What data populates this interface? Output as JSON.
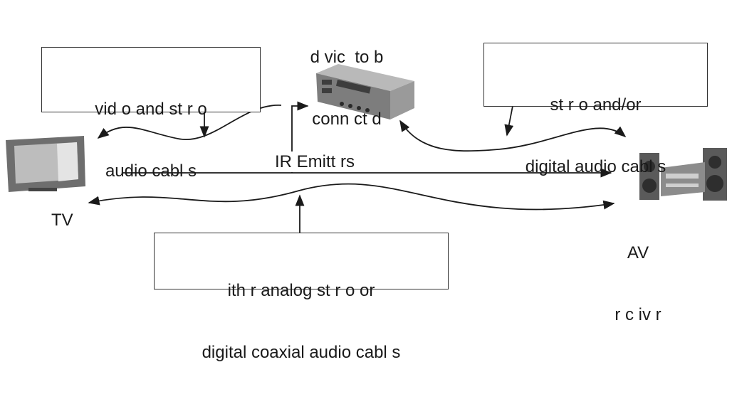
{
  "colors": {
    "line": "#1a1a1a",
    "box_border": "#333333",
    "tv_body": "#6e6e6e",
    "tv_screen": "#bdbdbd",
    "device_body": "#9a9a9a",
    "device_front": "#7d7d7d",
    "stereo_body": "#8c8c8c",
    "speaker": "#5a5a5a"
  },
  "icons": {
    "tv": "tv-icon",
    "device": "set-top-box-icon",
    "receiver": "av-receiver-icon"
  },
  "labels": {
    "device_line1": "d vic  to b",
    "device_line2": "conn ct d",
    "ir_emitters": "IR Emitt rs",
    "tv": "TV",
    "av_line1": "AV",
    "av_line2": "r c iv r"
  },
  "boxes": {
    "video_audio": [
      "vid o and st r o",
      "audio cabl s"
    ],
    "stereo_digital": [
      "st r o and/or",
      "digital audio cabl s"
    ],
    "analog_coax": [
      "ith r analog st r o or",
      "digital coaxial audio cabl s"
    ]
  }
}
